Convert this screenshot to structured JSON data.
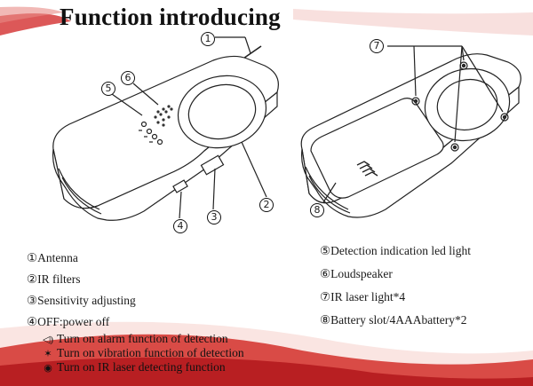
{
  "header": {
    "title": "Function introducing"
  },
  "callouts": {
    "c1": "1",
    "c2": "2",
    "c3": "3",
    "c4": "4",
    "c5": "5",
    "c6": "6",
    "c7": "7",
    "c8": "8"
  },
  "legend_left": [
    {
      "num": "①",
      "text": "Antenna"
    },
    {
      "num": "②",
      "text": "IR  filters"
    },
    {
      "num": "③",
      "text": "Sensitivity adjusting"
    },
    {
      "num": "④",
      "text": "OFF:power off"
    }
  ],
  "legend_right": [
    {
      "num": "⑤",
      "text": "Detection indication led light"
    },
    {
      "num": "⑥",
      "text": "Loudspeaker"
    },
    {
      "num": "⑦",
      "text": "IR laser light*4"
    },
    {
      "num": "⑧",
      "text": "Battery slot/4AAAbattery*2"
    }
  ],
  "modes": [
    {
      "icon": "speaker-icon",
      "glyph": "◁)",
      "text": "Turn on alarm function of detection"
    },
    {
      "icon": "vibration-icon",
      "glyph": "✶",
      "text": "Turn on vibration function of detection"
    },
    {
      "icon": "eye-icon",
      "glyph": "◉",
      "text": "Turn on IR laser detecting function"
    }
  ],
  "colors": {
    "accent": "#c9252b",
    "wave_light": "#f4c9c5"
  }
}
